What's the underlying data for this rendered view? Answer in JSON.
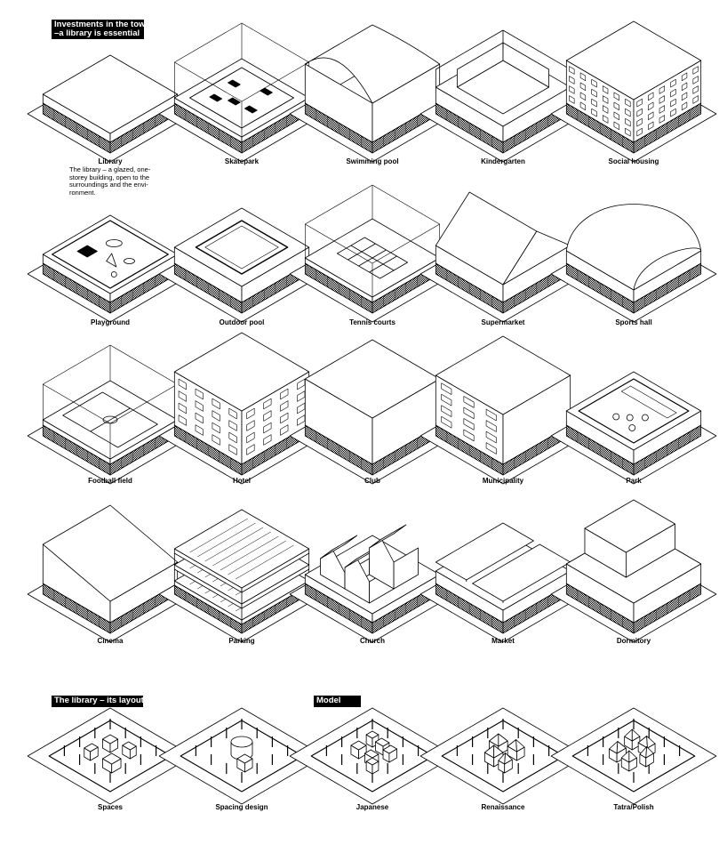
{
  "titles": {
    "investments": "Investments in the town\n–a library is essential",
    "layout": "The library – its layout",
    "model": "Model"
  },
  "library_description": "The library – a glazed, one-\nstorey building, open to the\nsurroundings and the envi-\nronment.",
  "rows": [
    [
      {
        "label": "Library",
        "kind": "flat"
      },
      {
        "label": "Skatepark",
        "kind": "skate"
      },
      {
        "label": "Swimming pool",
        "kind": "vault"
      },
      {
        "label": "Kindergarten",
        "kind": "court"
      },
      {
        "label": "Social housing",
        "kind": "housing"
      }
    ],
    [
      {
        "label": "Playground",
        "kind": "playground"
      },
      {
        "label": "Outdoor pool",
        "kind": "opool"
      },
      {
        "label": "Tennis courts",
        "kind": "tennis"
      },
      {
        "label": "Supermarket",
        "kind": "gable"
      },
      {
        "label": "Sports hall",
        "kind": "vault2"
      }
    ],
    [
      {
        "label": "Football field",
        "kind": "football"
      },
      {
        "label": "Hotel",
        "kind": "hotel"
      },
      {
        "label": "Club",
        "kind": "box"
      },
      {
        "label": "Municipality",
        "kind": "municipal"
      },
      {
        "label": "Park",
        "kind": "park"
      }
    ],
    [
      {
        "label": "Cinema",
        "kind": "cinema"
      },
      {
        "label": "Parking",
        "kind": "parking"
      },
      {
        "label": "Church",
        "kind": "church"
      },
      {
        "label": "Market",
        "kind": "market"
      },
      {
        "label": "Dormitory",
        "kind": "dorm"
      }
    ],
    [
      {
        "label": "Spaces",
        "kind": "plan1"
      },
      {
        "label": "Spacing design",
        "kind": "plan2"
      },
      {
        "label": "Japanese",
        "kind": "plan3"
      },
      {
        "label": "Renaissance",
        "kind": "plan4"
      },
      {
        "label": "Tatra/Polish",
        "kind": "plan5"
      }
    ]
  ]
}
